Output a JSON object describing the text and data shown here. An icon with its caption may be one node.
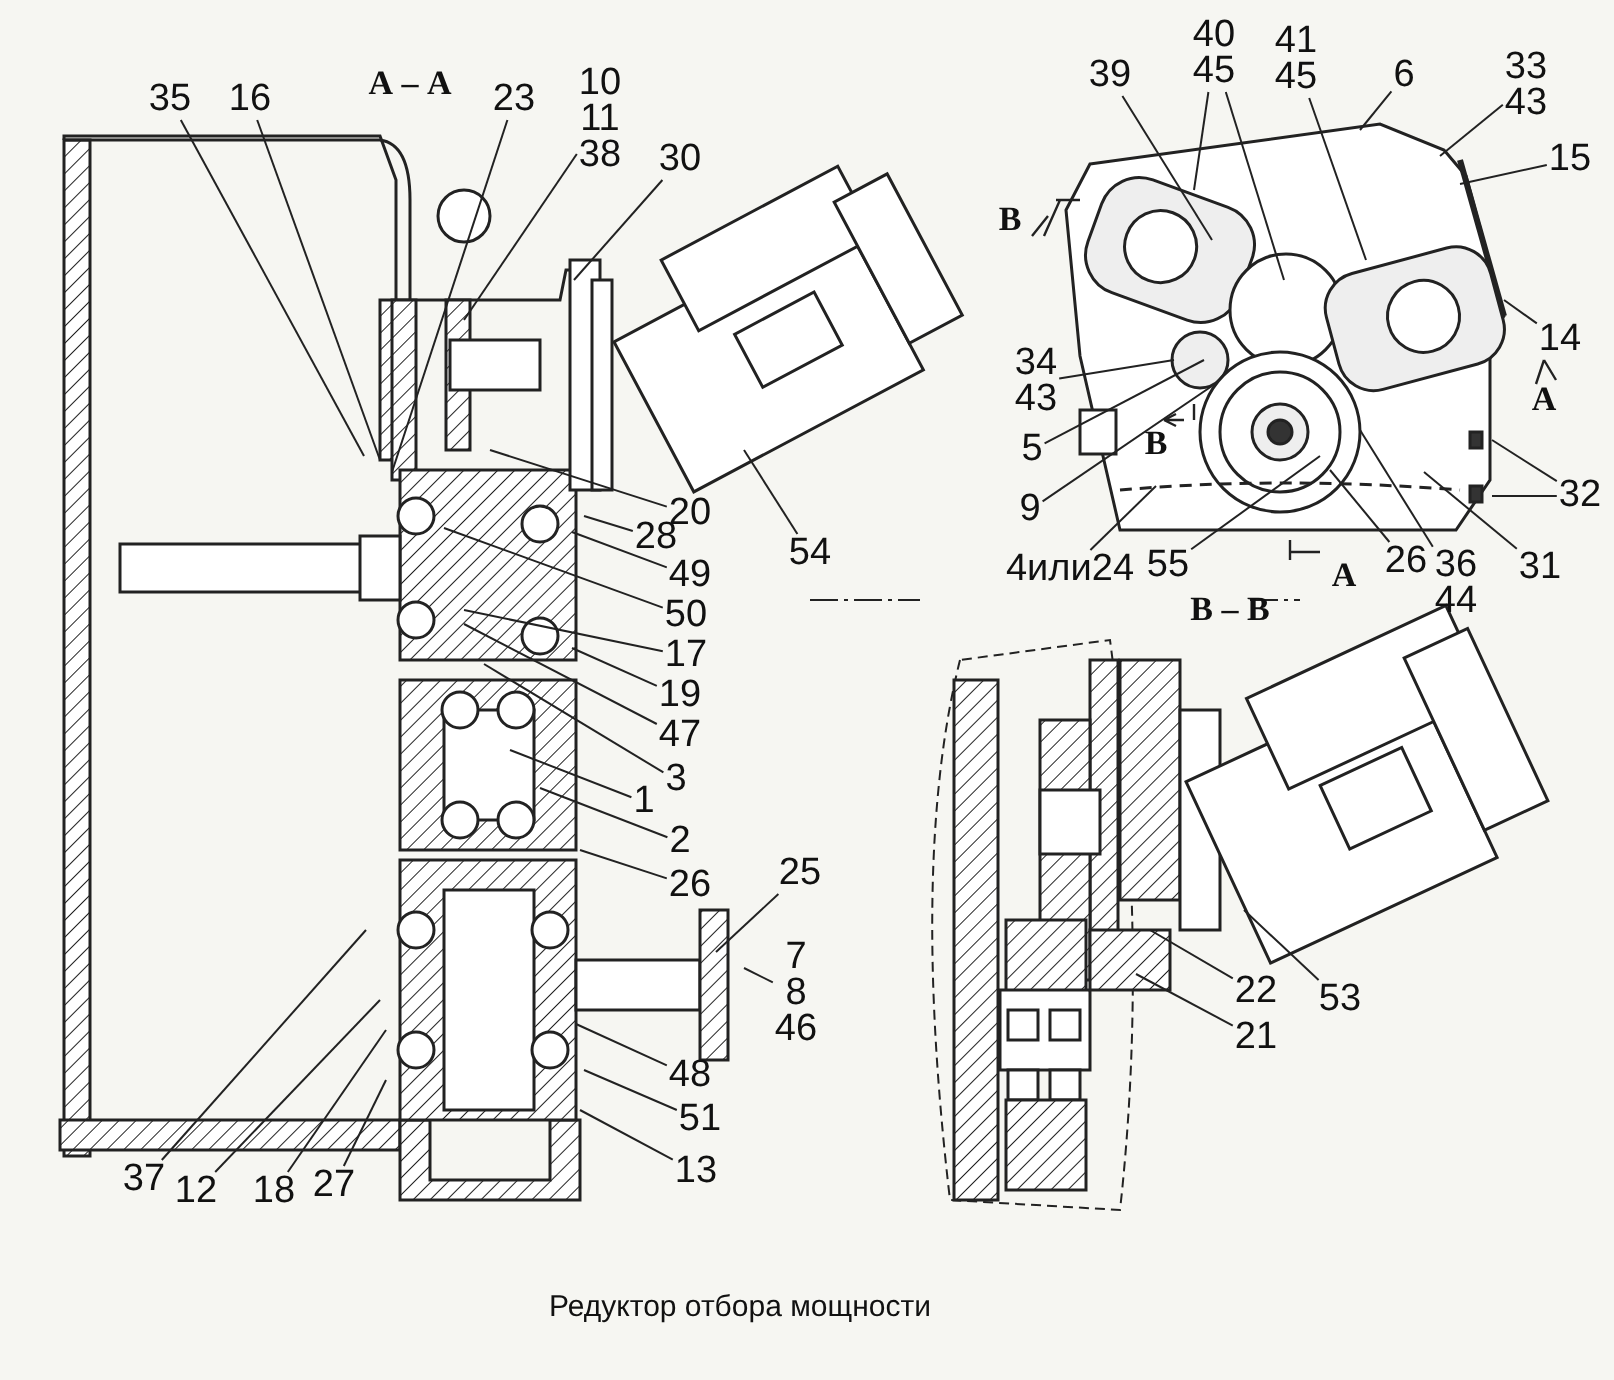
{
  "diagram": {
    "caption": "Редуктор отбора мощности",
    "nodes": [
      {
        "text": [
          "35"
        ]
      },
      {
        "text": [
          "16"
        ]
      },
      {
        "text": [
          "23"
        ]
      },
      {
        "text": [
          "10",
          "11",
          "38"
        ]
      },
      {
        "text": [
          "30"
        ]
      },
      {
        "text": [
          "39"
        ]
      },
      {
        "text": [
          "40",
          "45"
        ]
      },
      {
        "text": [
          "41",
          "45"
        ]
      },
      {
        "text": [
          "6"
        ]
      },
      {
        "text": [
          "33",
          "43"
        ]
      },
      {
        "text": [
          "15"
        ]
      },
      {
        "text": [
          "14"
        ]
      },
      {
        "text": [
          "34",
          "43"
        ]
      },
      {
        "text": [
          "5"
        ]
      },
      {
        "text": [
          "9"
        ]
      },
      {
        "text": [
          "32"
        ]
      },
      {
        "text": [
          "20"
        ]
      },
      {
        "text": [
          "28"
        ]
      },
      {
        "text": [
          "54"
        ]
      },
      {
        "text": [
          "49"
        ]
      },
      {
        "text": [
          "50"
        ]
      },
      {
        "text": [
          "4или24"
        ]
      },
      {
        "text": [
          "55"
        ]
      },
      {
        "text": [
          "26"
        ]
      },
      {
        "text": [
          "36",
          "44"
        ]
      },
      {
        "text": [
          "31"
        ]
      },
      {
        "text": [
          "17"
        ]
      },
      {
        "text": [
          "19"
        ]
      },
      {
        "text": [
          "47"
        ]
      },
      {
        "text": [
          "3"
        ]
      },
      {
        "text": [
          "1"
        ]
      },
      {
        "text": [
          "2"
        ]
      },
      {
        "text": [
          "26"
        ]
      },
      {
        "text": [
          "25"
        ]
      },
      {
        "text": [
          "7",
          "8",
          "46"
        ]
      },
      {
        "text": [
          "22"
        ]
      },
      {
        "text": [
          "53"
        ]
      },
      {
        "text": [
          "21"
        ]
      },
      {
        "text": [
          "48"
        ]
      },
      {
        "text": [
          "51"
        ]
      },
      {
        "text": [
          "13"
        ]
      },
      {
        "text": [
          "37"
        ]
      },
      {
        "text": [
          "12"
        ]
      },
      {
        "text": [
          "18"
        ]
      },
      {
        "text": [
          "27"
        ]
      }
    ],
    "edges": [
      {
        "from": 0,
        "to": null,
        "arrow": "none"
      },
      {
        "from": 1,
        "to": null,
        "arrow": "none"
      },
      {
        "from": 2,
        "to": null,
        "arrow": "none"
      },
      {
        "from": 3,
        "to": null,
        "arrow": "none"
      },
      {
        "from": 4,
        "to": null,
        "arrow": "none"
      },
      {
        "from": 5,
        "to": null,
        "arrow": "none"
      },
      {
        "from": 6,
        "to": null,
        "arrow": "none"
      },
      {
        "from": 6,
        "to": null,
        "arrow": "none"
      },
      {
        "from": 7,
        "to": null,
        "arrow": "none"
      },
      {
        "from": 8,
        "to": null,
        "arrow": "none"
      },
      {
        "from": 9,
        "to": null,
        "arrow": "none"
      },
      {
        "from": 10,
        "to": null,
        "arrow": "none"
      },
      {
        "from": 11,
        "to": null,
        "arrow": "none"
      },
      {
        "from": 12,
        "to": null,
        "arrow": "none"
      },
      {
        "from": 13,
        "to": null,
        "arrow": "none"
      },
      {
        "from": 14,
        "to": null,
        "arrow": "none"
      },
      {
        "from": 15,
        "to": null,
        "arrow": "none"
      },
      {
        "from": 15,
        "to": null,
        "arrow": "none"
      },
      {
        "from": 16,
        "to": null,
        "arrow": "none"
      },
      {
        "from": 17,
        "to": null,
        "arrow": "none"
      },
      {
        "from": 18,
        "to": null,
        "arrow": "none"
      },
      {
        "from": 19,
        "to": null,
        "arrow": "none"
      },
      {
        "from": 20,
        "to": null,
        "arrow": "none"
      },
      {
        "from": 21,
        "to": null,
        "arrow": "none"
      },
      {
        "from": 22,
        "to": null,
        "arrow": "none"
      },
      {
        "from": 23,
        "to": null,
        "arrow": "none"
      },
      {
        "from": 24,
        "to": null,
        "arrow": "none"
      },
      {
        "from": 25,
        "to": null,
        "arrow": "none"
      },
      {
        "from": 26,
        "to": null,
        "arrow": "none"
      },
      {
        "from": 27,
        "to": null,
        "arrow": "none"
      },
      {
        "from": 28,
        "to": null,
        "arrow": "none"
      },
      {
        "from": 29,
        "to": null,
        "arrow": "none"
      },
      {
        "from": 30,
        "to": null,
        "arrow": "none"
      },
      {
        "from": 31,
        "to": null,
        "arrow": "none"
      },
      {
        "from": 32,
        "to": null,
        "arrow": "none"
      },
      {
        "from": 33,
        "to": null,
        "arrow": "none"
      },
      {
        "from": 34,
        "to": null,
        "arrow": "none"
      },
      {
        "from": 35,
        "to": null,
        "arrow": "none"
      },
      {
        "from": 36,
        "to": null,
        "arrow": "none"
      },
      {
        "from": 37,
        "to": null,
        "arrow": "none"
      },
      {
        "from": 38,
        "to": null,
        "arrow": "none"
      },
      {
        "from": 39,
        "to": null,
        "arrow": "none"
      },
      {
        "from": 40,
        "to": null,
        "arrow": "none"
      },
      {
        "from": 41,
        "to": null,
        "arrow": "none"
      },
      {
        "from": 42,
        "to": null,
        "arrow": "none"
      },
      {
        "from": 43,
        "to": null,
        "arrow": "none"
      },
      {
        "from": 44,
        "to": null,
        "arrow": "none"
      }
    ],
    "labels": [
      "А – А",
      "В",
      "А",
      "В",
      "А",
      "В – В"
    ]
  }
}
